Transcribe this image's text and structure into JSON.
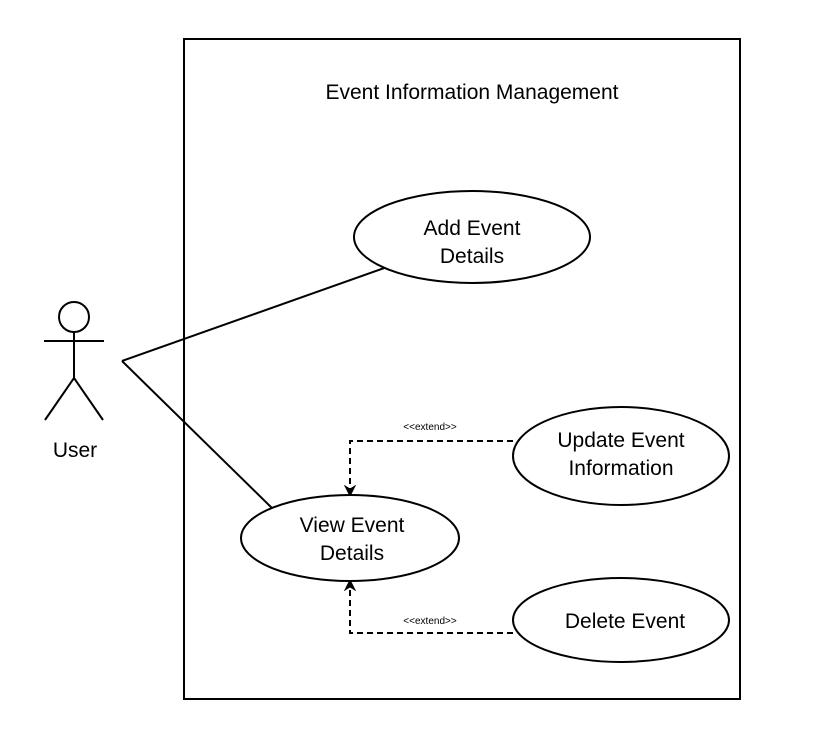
{
  "diagram": {
    "system_boundary": {
      "title": "Event Information Management"
    },
    "actor": {
      "label": "User"
    },
    "use_cases": {
      "add_event_details": {
        "lines": [
          "Add Event",
          "Details"
        ]
      },
      "view_event_details": {
        "lines": [
          "View Event",
          "Details"
        ]
      },
      "update_event_information": {
        "lines": [
          "Update Event",
          "Information"
        ]
      },
      "delete_event": {
        "lines": [
          "Delete Event"
        ]
      }
    },
    "relationships": {
      "extend_update": {
        "label": "<<extend>>"
      },
      "extend_delete": {
        "label": "<<extend>>"
      }
    }
  }
}
